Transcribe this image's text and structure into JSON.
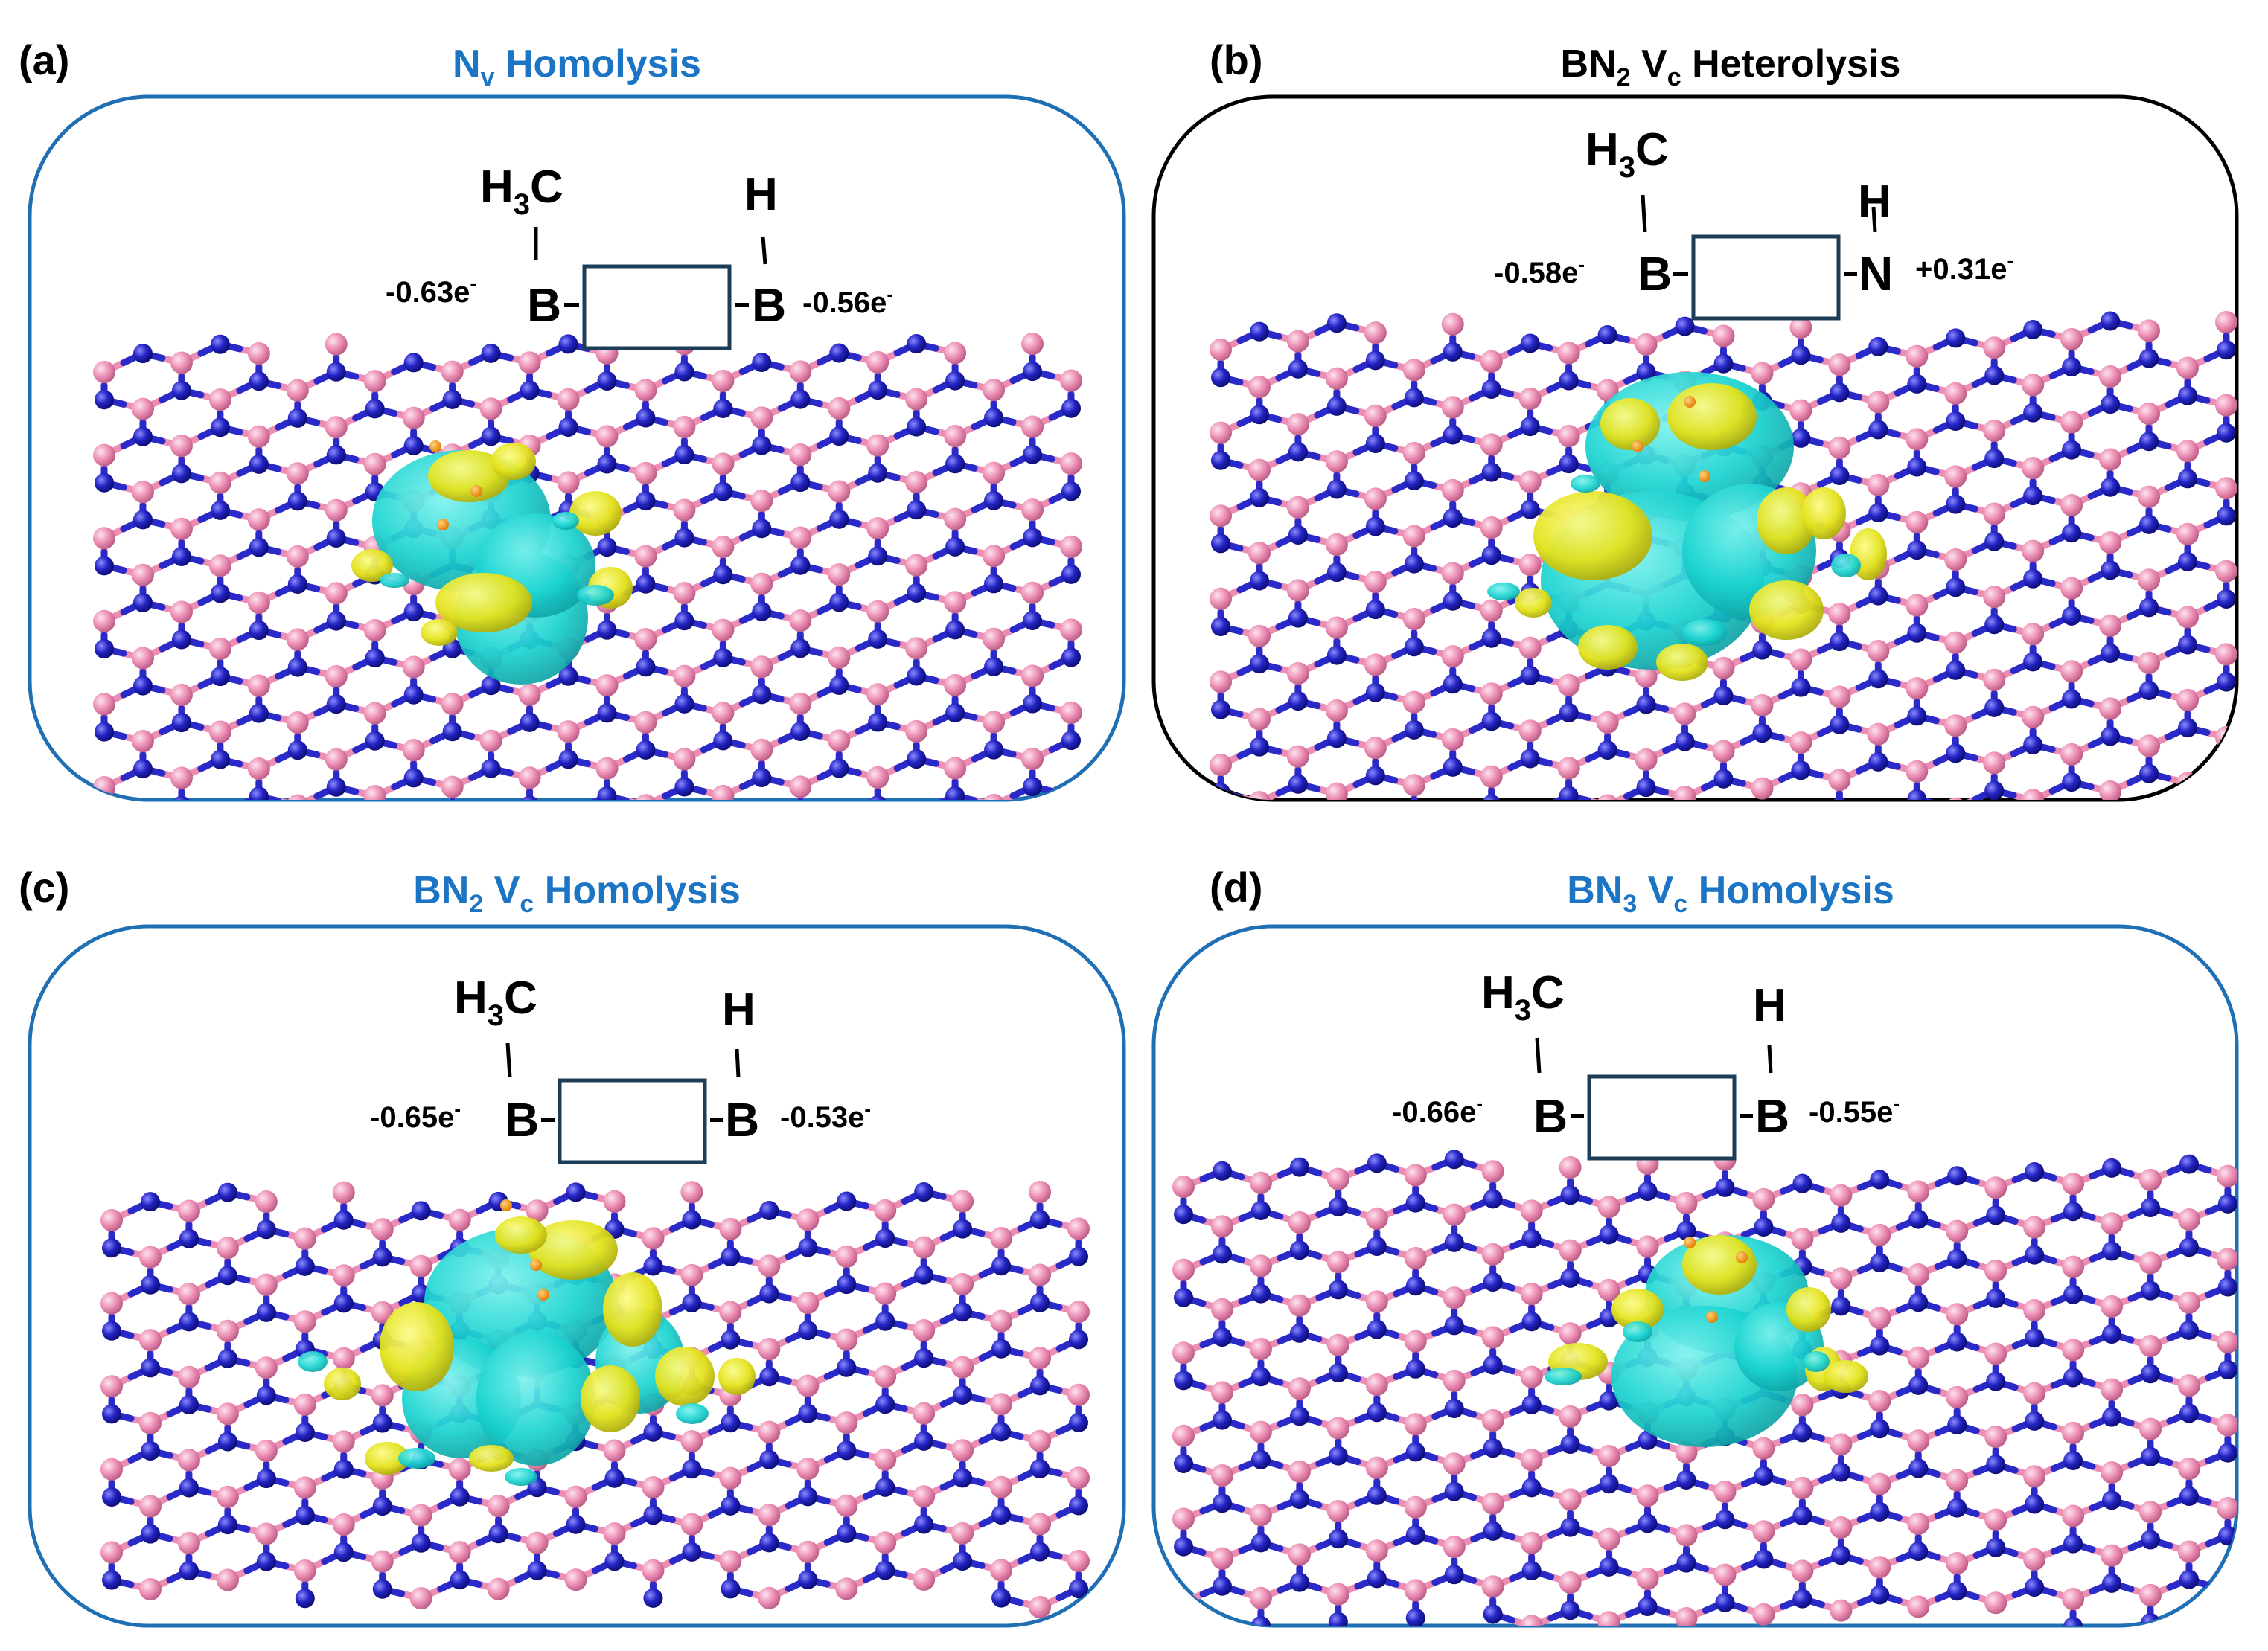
{
  "colors": {
    "blue_frame": "#1f6fb5",
    "black_frame": "#000000",
    "blue_title": "#1b74c4",
    "boron_pink": "#ec8db3",
    "boron_light": "#fbd1e2",
    "nitrogen_blue": "#1f1fb8",
    "nitrogen_light": "#6060ff",
    "cyan_lobe": "#19d3d0",
    "yellow_lobe": "#e3e21c",
    "box_stroke": "#1c3d57"
  },
  "panels": [
    {
      "letter": "(a)",
      "title_main": "N",
      "title_sub": "v",
      "title_rest": " Homolysis",
      "title_color": "blue",
      "frame": "blue",
      "left_group": {
        "main": "H",
        "sub": "3",
        "rest": "C"
      },
      "right_group": "H",
      "left_atom": "B",
      "right_atom": "B",
      "left_charge": {
        "value": "-0.63e",
        "sup": "-"
      },
      "right_charge": {
        "value": "-0.56e",
        "sup": "-"
      }
    },
    {
      "letter": "(b)",
      "title_main": "BN",
      "title_sub": "2",
      "title_rest": " V",
      "title_sub2": "c",
      "title_rest2": " Heterolysis",
      "title_color": "black",
      "frame": "black",
      "left_group": {
        "main": "H",
        "sub": "3",
        "rest": "C"
      },
      "right_group": "H",
      "left_atom": "B",
      "right_atom": "N",
      "left_charge": {
        "value": "-0.58e",
        "sup": "-"
      },
      "right_charge": {
        "value": "+0.31e",
        "sup": "-"
      }
    },
    {
      "letter": "(c)",
      "title_main": "BN",
      "title_sub": "2",
      "title_rest": " V",
      "title_sub2": "c",
      "title_rest2": " Homolysis",
      "title_color": "blue",
      "frame": "blue",
      "left_group": {
        "main": "H",
        "sub": "3",
        "rest": "C"
      },
      "right_group": "H",
      "left_atom": "B",
      "right_atom": "B",
      "left_charge": {
        "value": "-0.65e",
        "sup": "-"
      },
      "right_charge": {
        "value": "-0.53e",
        "sup": "-"
      }
    },
    {
      "letter": "(d)",
      "title_main": "BN",
      "title_sub": "3",
      "title_rest": " V",
      "title_sub2": "c",
      "title_rest2": " Homolysis",
      "title_color": "blue",
      "frame": "blue",
      "left_group": {
        "main": "H",
        "sub": "3",
        "rest": "C"
      },
      "right_group": "H",
      "left_atom": "B",
      "right_atom": "B",
      "left_charge": {
        "value": "-0.66e",
        "sup": "-"
      },
      "right_charge": {
        "value": "-0.55e",
        "sup": "-"
      }
    }
  ]
}
